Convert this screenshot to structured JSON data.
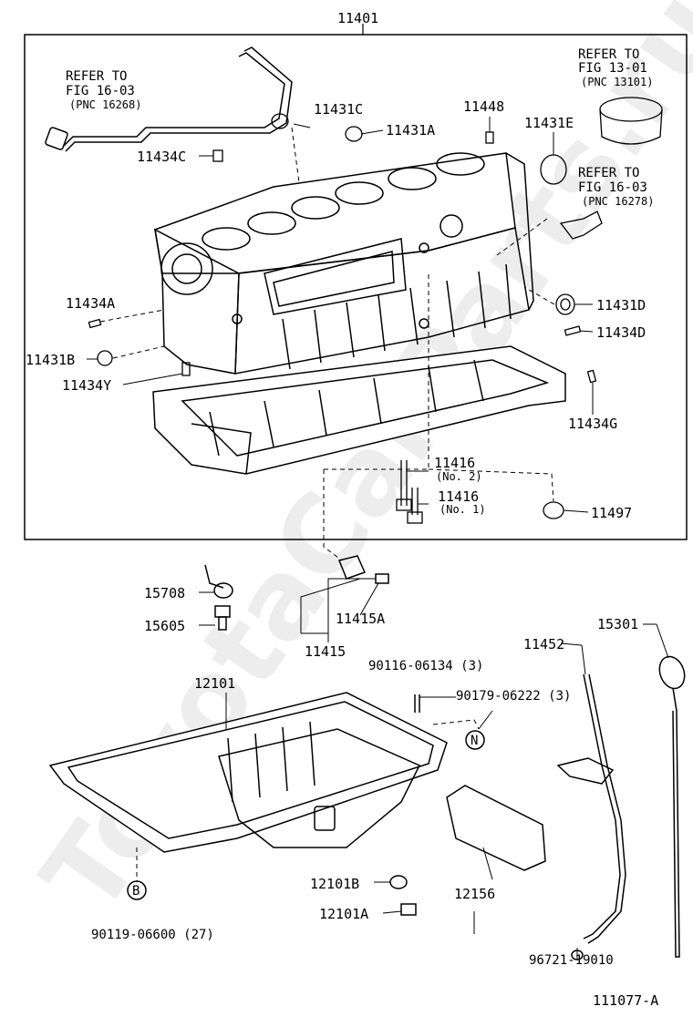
{
  "watermark": "ToyotaCarParts.ru",
  "labels": {
    "assembly": "11401",
    "ref_1603a_l1": "REFER TO",
    "ref_1603a_l2": "FIG 16-03",
    "ref_1603a_l3": "(PNC 16268)",
    "ref_1301_l1": "REFER TO",
    "ref_1301_l2": "FIG 13-01",
    "ref_1301_l3": "(PNC 13101)",
    "ref_1603b_l1": "REFER TO",
    "ref_1603b_l2": "FIG 16-03",
    "ref_1603b_l3": "(PNC 16278)",
    "p11431C": "11431C",
    "p11431A": "11431A",
    "p11448": "11448",
    "p11431E": "11431E",
    "p11434C": "11434C",
    "p11434A": "11434A",
    "p11431D": "11431D",
    "p11434D": "11434D",
    "p11431B": "11431B",
    "p11434Y": "11434Y",
    "p11434G": "11434G",
    "p11416a": "11416",
    "p11416a_sub": "(No. 2)",
    "p11416b": "11416",
    "p11416b_sub": "(No. 1)",
    "p11497": "11497",
    "p15708": "15708",
    "p15605": "15605",
    "p11415A": "11415A",
    "p11415": "11415",
    "p90116": "90116-06134 (3)",
    "p90179": "90179-06222 (3)",
    "p12101": "12101",
    "p11452": "11452",
    "p15301": "15301",
    "p12156": "12156",
    "p12101B": "12101B",
    "p12101A": "12101A",
    "p90119": "90119-06600 (27)",
    "p96721": "96721-19010",
    "marker_n": "N",
    "marker_b": "B",
    "figure_id": "111077-A"
  }
}
